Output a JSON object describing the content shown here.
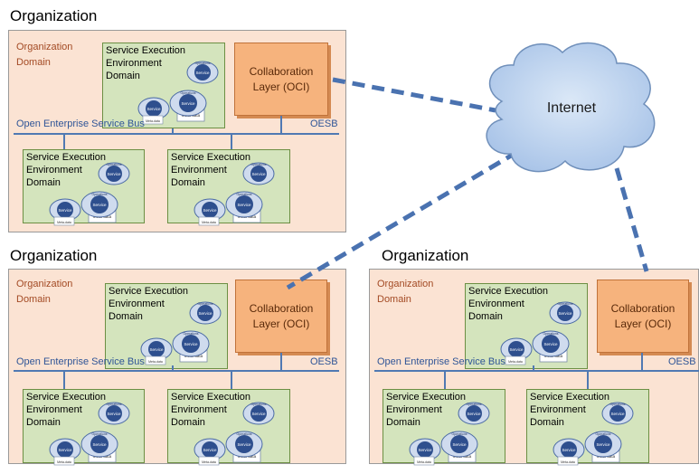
{
  "orgs": [
    {
      "title": "Organization",
      "domain_label": "Organization\nDomain",
      "bus_label": "Open Enterprise Service Bus",
      "oesb_label": "OESB",
      "collab_label": "Collaboration\nLayer (OCI)",
      "seeds": [
        {
          "label": "Service Execution\nEnvironment\nDomain"
        },
        {
          "label": "Service Execution\nEnvironment\nDomain"
        },
        {
          "label": "Service Execution\nEnvironment\nDomain"
        }
      ]
    },
    {
      "title": "Organization",
      "domain_label": "Organization\nDomain",
      "bus_label": "Open Enterprise Service Bus",
      "oesb_label": "OESB",
      "collab_label": "Collaboration\nLayer (OCI)",
      "seeds": [
        {
          "label": "Service Execution\nEnvironment\nDomain"
        },
        {
          "label": "Service Execution\nEnvironment\nDomain"
        },
        {
          "label": "Service Execution\nEnvironment\nDomain"
        }
      ]
    },
    {
      "title": "Organization",
      "domain_label": "Organization\nDomain",
      "bus_label": "Open Enterprise Service Bus",
      "oesb_label": "OESB",
      "collab_label": "Collaboration\nLayer (OCI)",
      "seeds": [
        {
          "label": "Service Execution\nEnvironment\nDomain"
        },
        {
          "label": "Service Execution\nEnvironment\nDomain"
        },
        {
          "label": "Service Execution\nEnvironment\nDomain"
        }
      ]
    }
  ],
  "internet": {
    "label": "Internet"
  },
  "service_icon": {
    "service_text": "Service",
    "operations_text": "Operations",
    "metadata_text": "Meta-data"
  },
  "colors": {
    "org_fill": "#fbe3d3",
    "seed_fill": "#d4e4bd",
    "collab_fill": "#f6b37d",
    "bus": "#5079b3",
    "cloud_fill": "#bcd2ee",
    "link": "#4a72b0"
  }
}
